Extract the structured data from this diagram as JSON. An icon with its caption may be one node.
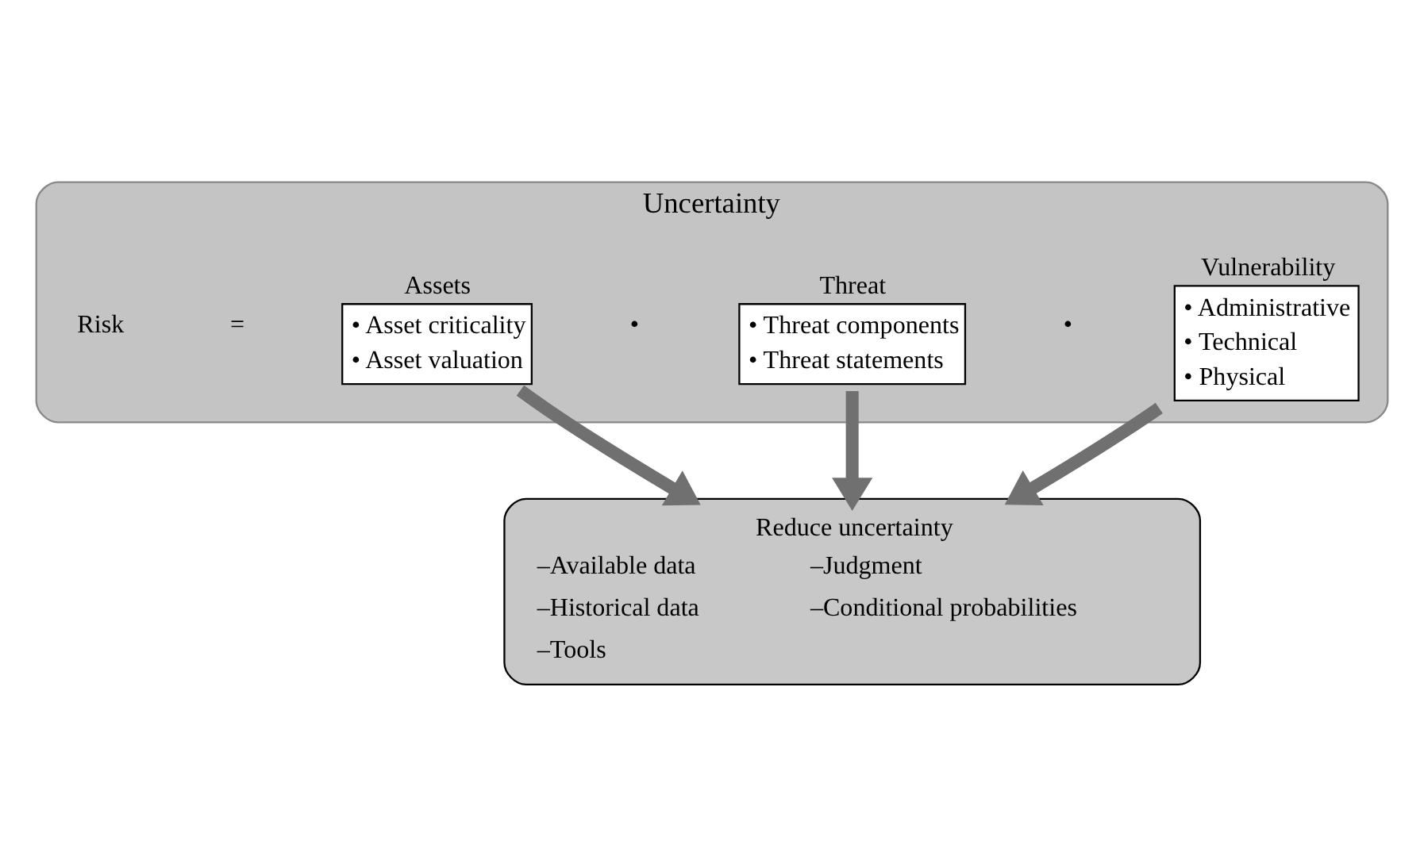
{
  "diagram": {
    "nodes": [
      {
        "text": [
          "Uncertainty"
        ]
      },
      {
        "text": [
          "Assets",
          "• Asset criticality",
          "• Asset valuation"
        ],
        "in": 0
      },
      {
        "text": [
          "Threat",
          "• Threat components",
          "• Threat statements"
        ],
        "in": 0
      },
      {
        "text": [
          "Vulnerability",
          "• Administrative",
          "• Technical",
          "• Physical"
        ],
        "in": 0
      },
      {
        "text": [
          "Reduce uncertainty",
          "–Available data",
          "–Historical data",
          "–Tools",
          "–Judgment",
          "–Conditional probabilities"
        ]
      }
    ],
    "edges": [
      {
        "from": 1,
        "to": 4,
        "arrow": "to"
      },
      {
        "from": 2,
        "to": 4,
        "arrow": "to"
      },
      {
        "from": 3,
        "to": 4,
        "arrow": "to"
      }
    ],
    "labels": [
      "Risk",
      "=",
      "•",
      "•"
    ]
  }
}
